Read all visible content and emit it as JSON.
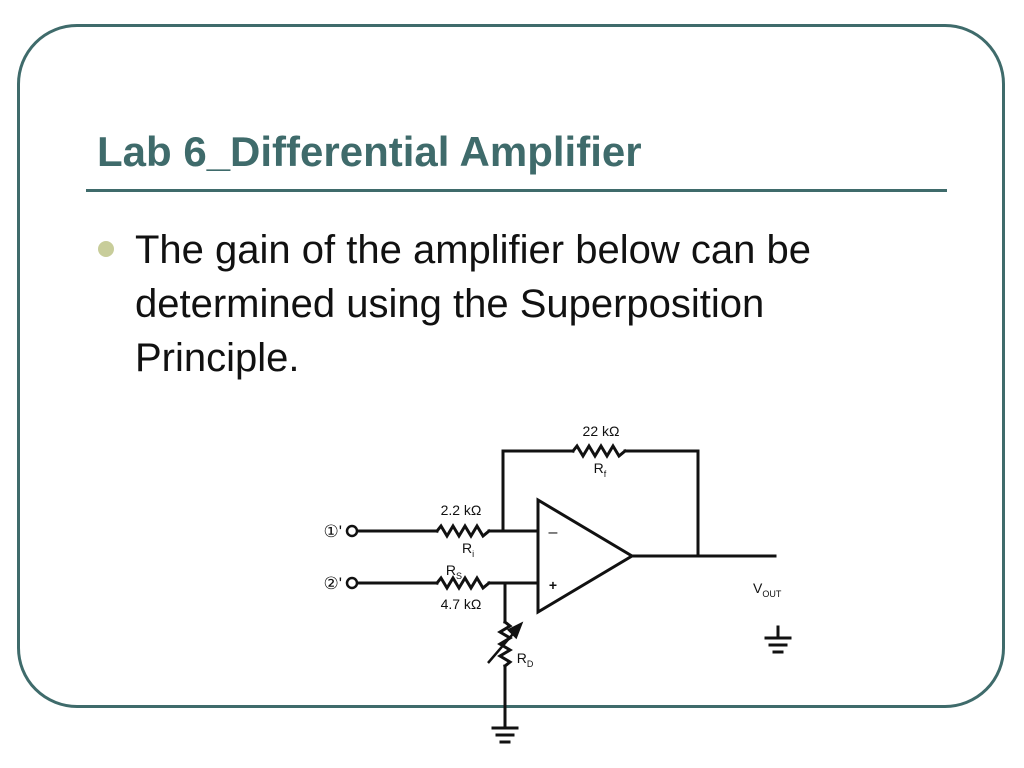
{
  "slide": {
    "title": "Lab 6_Differential Amplifier",
    "bullet": "The gain of the amplifier below can be determined using the Superposition Principle."
  },
  "circuit": {
    "rf": {
      "value": "22 kΩ",
      "name": "R",
      "sub": "f"
    },
    "ri": {
      "value": "2.2 kΩ",
      "name": "R",
      "sub": "i"
    },
    "rs": {
      "value": "4.7 kΩ",
      "name": "R",
      "sub": "S"
    },
    "rd": {
      "name": "R",
      "sub": "D"
    },
    "input1": "①'",
    "input2": "②'",
    "minus_sign": "–",
    "plus_sign": "+",
    "vout": {
      "name": "V",
      "sub": "OUT"
    }
  }
}
